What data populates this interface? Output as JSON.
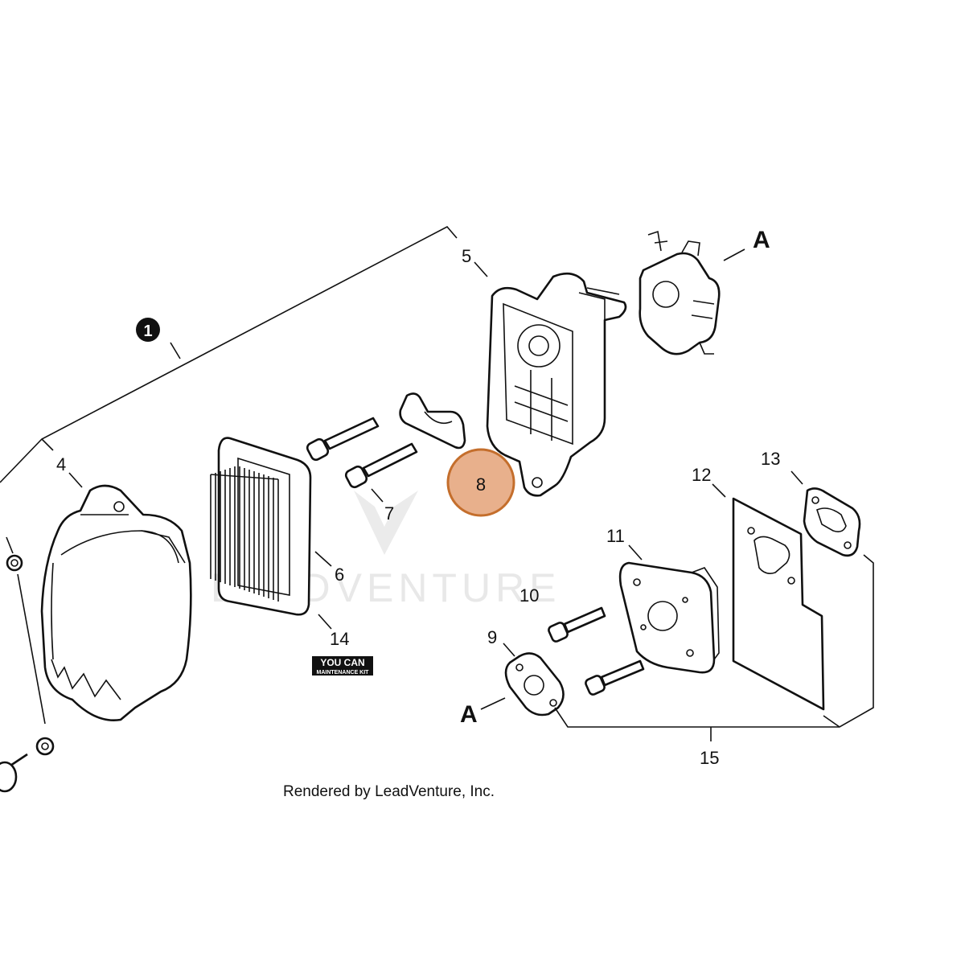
{
  "diagram": {
    "credit": "Rendered by LeadVenture, Inc.",
    "watermark": "LEADVENTURE",
    "highlight_color": "#e8b08c",
    "highlight_border": "#c46e2c",
    "callouts": {
      "c1": "1",
      "c4": "4",
      "c5": "5",
      "c6": "6",
      "c7": "7",
      "c8": "8",
      "c9": "9",
      "c10": "10",
      "c11": "11",
      "c12": "12",
      "c13": "13",
      "c14": "14",
      "c15": "15",
      "a_top": "A",
      "a_bottom": "A"
    },
    "kit_badge": {
      "line1": "YOU CAN",
      "line2": "MAINTENANCE KIT"
    }
  }
}
